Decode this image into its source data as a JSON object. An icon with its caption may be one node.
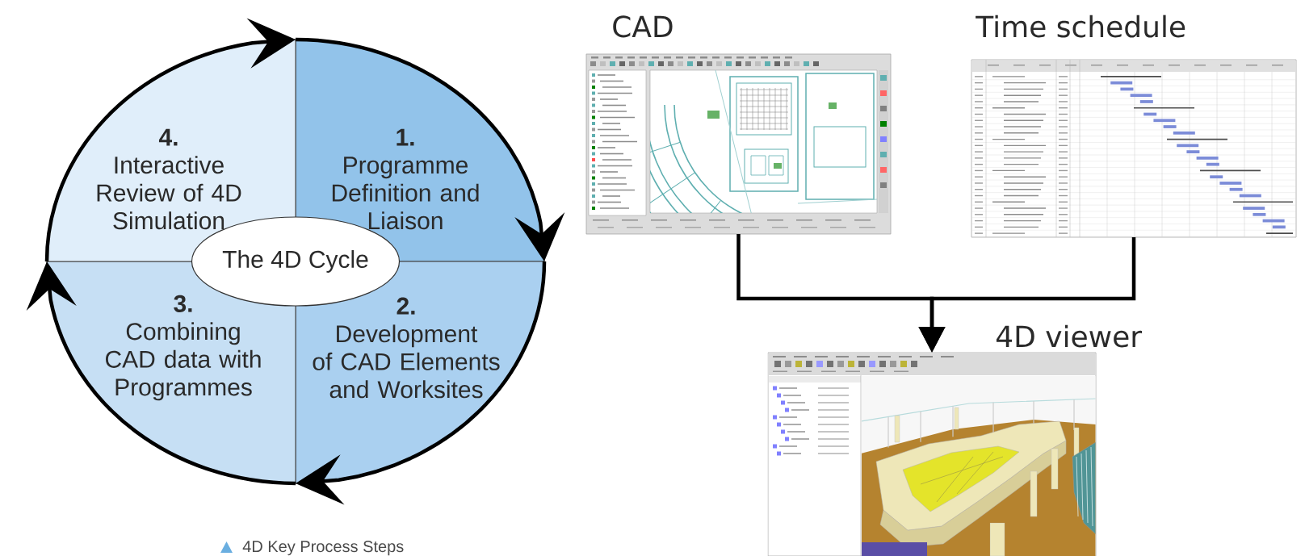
{
  "diagram": {
    "caption": "4D Key Process Steps",
    "nodes": [
      {
        "text": [
          "The 4D Cycle"
        ]
      },
      {
        "text": [
          "1.",
          "Programme Definition and Liaison"
        ]
      },
      {
        "text": [
          "2.",
          "Development of CAD Elements and Worksites"
        ]
      },
      {
        "text": [
          "3.",
          "Combining CAD data with Programmes"
        ]
      },
      {
        "text": [
          "4.",
          "Interactive Review of 4D Simulation"
        ]
      },
      {
        "text": [
          "CAD"
        ]
      },
      {
        "text": [
          "Time schedule"
        ]
      },
      {
        "text": [
          "4D viewer"
        ]
      }
    ],
    "edges": [
      {
        "from": 4,
        "to": 1,
        "arrow": "to"
      },
      {
        "from": 1,
        "to": 2,
        "arrow": "to"
      },
      {
        "from": 2,
        "to": 3,
        "arrow": "to"
      },
      {
        "from": 3,
        "to": 4,
        "arrow": "to"
      },
      {
        "from": 5,
        "to": 7,
        "arrow": "to"
      },
      {
        "from": 6,
        "to": 7,
        "arrow": "to"
      }
    ]
  }
}
